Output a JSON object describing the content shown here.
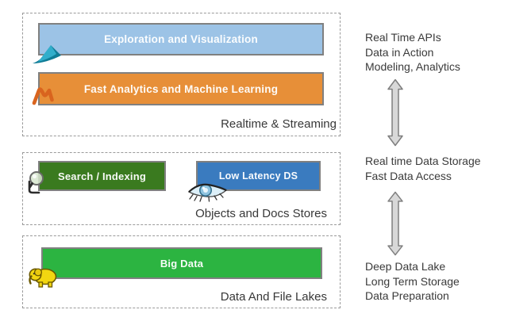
{
  "diagram": {
    "sections": [
      {
        "label": "Realtime & Streaming",
        "bars": [
          {
            "label": "Exploration and Visualization",
            "color": "#9CC3E6",
            "icon": "exploration-swoosh-icon"
          },
          {
            "label": "Fast Analytics and Machine Learning",
            "color": "#E78F38",
            "icon": "spark-flame-icon"
          }
        ]
      },
      {
        "label": "Objects and Docs Stores",
        "bars": [
          {
            "label": "Search / Indexing",
            "color": "#3A7A1F",
            "icon": "magnifier-icon"
          },
          {
            "label": "Low Latency DS",
            "color": "#3A7BBF",
            "icon": "eye-icon"
          }
        ]
      },
      {
        "label": "Data And File Lakes",
        "bars": [
          {
            "label": "Big Data",
            "color": "#2CB441",
            "icon": "hadoop-elephant-icon"
          }
        ]
      }
    ],
    "annotations": [
      {
        "lines": [
          "Real Time APIs",
          "Data in Action",
          "Modeling, Analytics"
        ]
      },
      {
        "lines": [
          "Real time Data Storage",
          "Fast Data Access"
        ]
      },
      {
        "lines": [
          "Deep Data Lake",
          "Long Term Storage",
          "Data Preparation"
        ]
      }
    ],
    "arrows": [
      {
        "icon": "double-vertical-arrow-icon",
        "between": [
          "Realtime & Streaming",
          "Objects and Docs Stores"
        ]
      },
      {
        "icon": "double-vertical-arrow-icon",
        "between": [
          "Objects and Docs Stores",
          "Data And File Lakes"
        ]
      }
    ],
    "colors": {
      "bar_border": "#808080",
      "box_border_dashed": "#9a9a9a",
      "bar_text": "#ffffff",
      "label_text": "#383838",
      "arrow_fill": "#d8d8d8",
      "arrow_stroke": "#7f7f7f",
      "background": "#ffffff"
    }
  }
}
